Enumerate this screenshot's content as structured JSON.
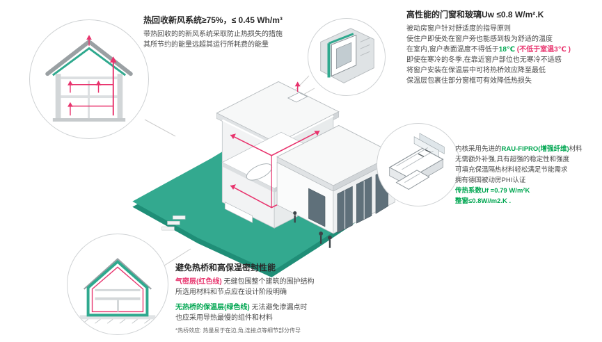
{
  "colors": {
    "teal": "#2fa98e",
    "teal_dark": "#1f8e77",
    "red": "#e8336d",
    "green": "#00a651",
    "text": "#4a4a4a",
    "connector_gray": "#cccccc"
  },
  "heat_recovery": {
    "title": "热回收新风系统≥75%，≤ 0.45 Wh/m³",
    "line1": "带热回收的的新风系统采取防止热损失的措施",
    "line2": "其所节约的能量远超其运行所耗费的能量"
  },
  "windows": {
    "title": "高性能的门窗和玻璃Uw ≤0.8 W/m².K",
    "line1": "被动房窗户针对舒适度的指导原则",
    "line2": "使住户即使处在窗户旁也能感到极为舒适的温度",
    "line3_prefix": "在室内,窗户表面温度不得低于",
    "line3_green": "18℃",
    "line3_red": " (不低于室温3℃ )",
    "line4": "即使在寒冷的冬季,在靠近窗户部位也无寒冷不适感",
    "line5": "将窗户安装在保温层中可将热桥效应降至最低",
    "line6": "保温层包裹住部分窗框可有效降低热损失"
  },
  "profile": {
    "line1_prefix": "内核采用先进的",
    "line1_green": "RAU-FIPRO(增强纤维)",
    "line1_suffix": "材料",
    "line2": "无需额外补强,具有超强的稳定性和强度",
    "line3": "可填充保温隔热材料轻松满足节能需求",
    "line4": "拥有德国被动房PHI认证",
    "line5": "传热系数Uf =0.79 W/m²K",
    "line6": "整窗≤0.8W//m2.K ."
  },
  "bridge": {
    "title": "避免热桥和高保温密封性能",
    "airtight_label": "气密层(红色线)",
    "airtight_text": " 无缝包围整个建筑的围护结构",
    "airtight_line2": "所选用材料和节点应在设计阶段明确",
    "insulation_label": "无热桥的保温层(绿色线)",
    "insulation_text": " 无法避免渗漏点时",
    "insulation_line2": "也应采用导热最慢的组件和材料",
    "footnote": "*热桥效应: 热量易于在边,角,连接点等细节部分传导"
  }
}
